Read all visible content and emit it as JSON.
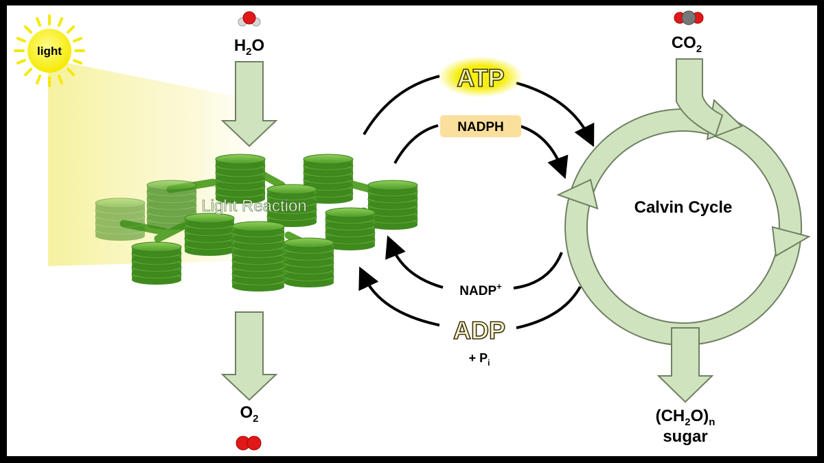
{
  "diagram": {
    "sun_label": "light",
    "water_label": "H",
    "water_sub": "2",
    "water_tail": "O",
    "oxygen_label": "O",
    "oxygen_sub": "2",
    "co2_label": "CO",
    "co2_sub": "2",
    "light_reaction_label": "Light Reaction",
    "calvin_cycle_label": "Calvin Cycle",
    "atp_label": "ATP",
    "nadph_label": "NADPH",
    "nadp_label": "NADP",
    "nadp_sup": "+",
    "adp_label": "ADP",
    "pi_label": "+ P",
    "pi_sub": "i",
    "sugar_formula_a": "(CH",
    "sugar_formula_sub": "2",
    "sugar_formula_b": "O)",
    "sugar_formula_n": "n",
    "sugar_label": "sugar",
    "colors": {
      "arrow_fill": "#cfe3bf",
      "arrow_stroke": "#6f7f62",
      "thylakoid": "#6fba3c",
      "atp_glow": "#f3ec1a",
      "nadph_box": "#fbdf9c",
      "sun": "#f8f21a",
      "oxygen_red": "#e11818",
      "carbon_grey": "#777777"
    }
  }
}
